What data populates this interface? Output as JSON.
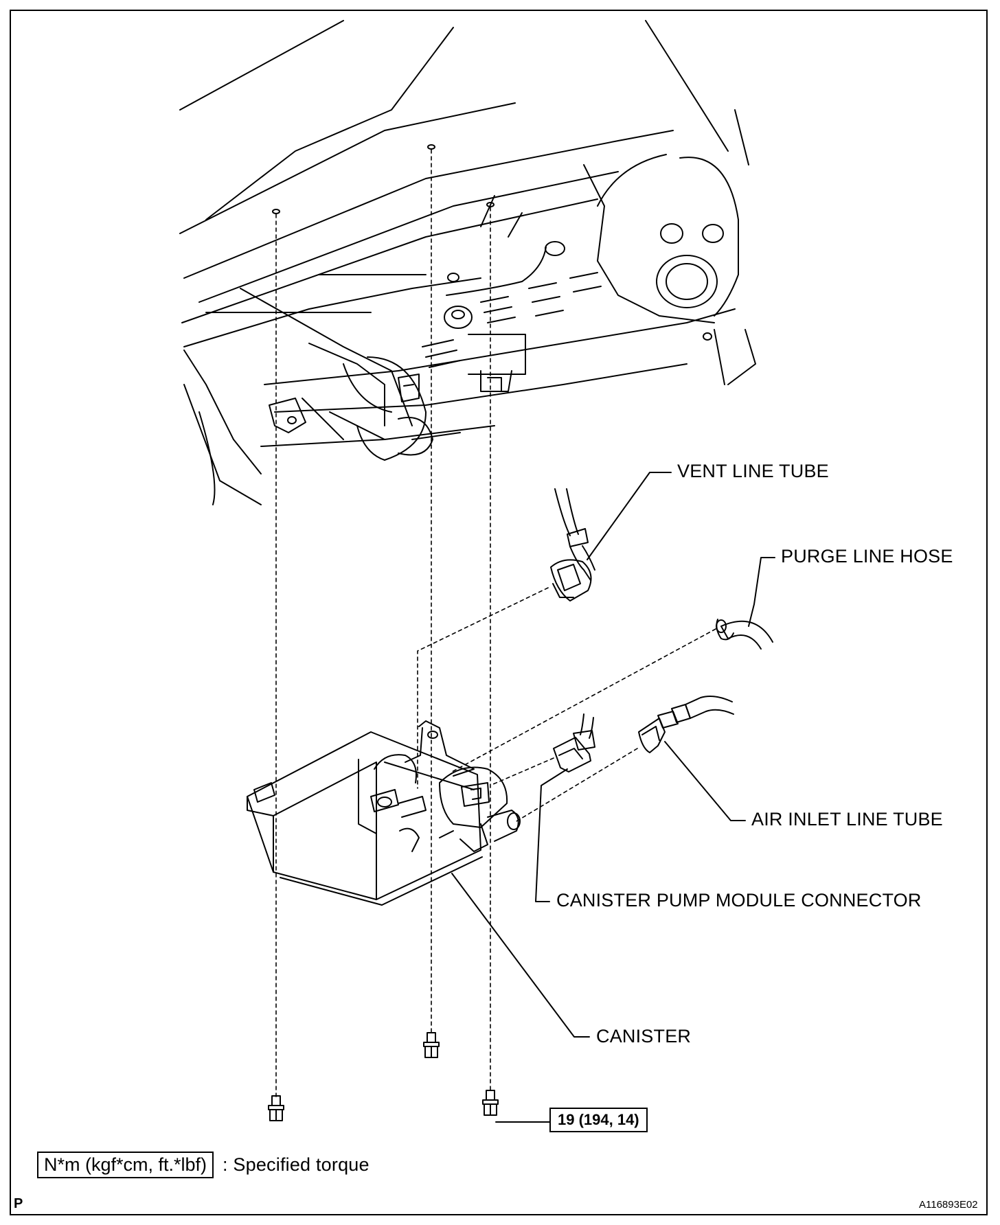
{
  "labels": {
    "vent_line_tube": "VENT LINE TUBE",
    "purge_line_hose": "PURGE LINE HOSE",
    "air_inlet_line_tube": "AIR INLET LINE TUBE",
    "canister_pump_module_connector": "CANISTER PUMP MODULE CONNECTOR",
    "canister": "CANISTER"
  },
  "torque": {
    "value": "19 (194, 14)"
  },
  "legend": {
    "unit_box": "N*m (kgf*cm, ft.*lbf)",
    "description": ": Specified torque"
  },
  "footer": {
    "left_mark": "P",
    "figure_id": "A116893E02"
  }
}
